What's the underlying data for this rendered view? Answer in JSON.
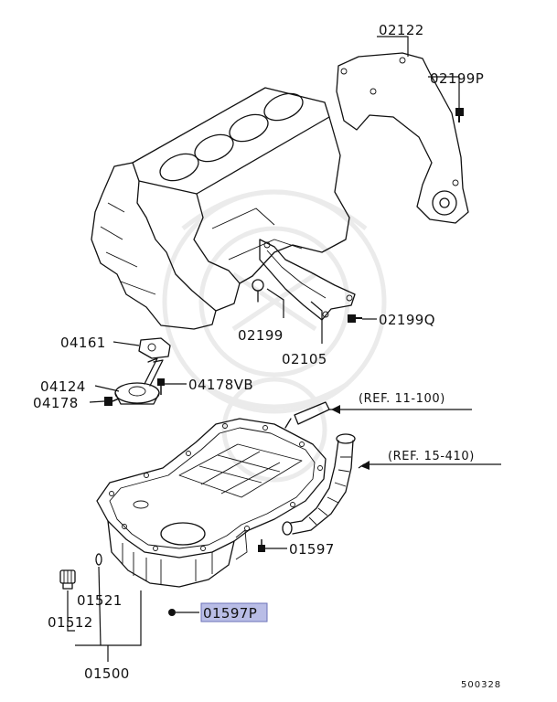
{
  "callouts": {
    "c02122": "02122",
    "c02199P": "02199P",
    "c02199": "02199",
    "c02105": "02105",
    "c02199Q": "02199Q",
    "c04161": "04161",
    "c04124": "04124",
    "c04178VB": "04178VB",
    "c04178": "04178",
    "ref_11_100": "(REF. 11-100)",
    "ref_15_410": "(REF. 15-410)",
    "c01597": "01597",
    "c01597P": "01597P",
    "c01521": "01521",
    "c01512": "01512",
    "c01500": "01500"
  },
  "footer": {
    "diagram_code": "500328"
  },
  "colors": {
    "highlight": "#b9bde6",
    "line": "#111111",
    "watermark": "#ebebeb"
  }
}
